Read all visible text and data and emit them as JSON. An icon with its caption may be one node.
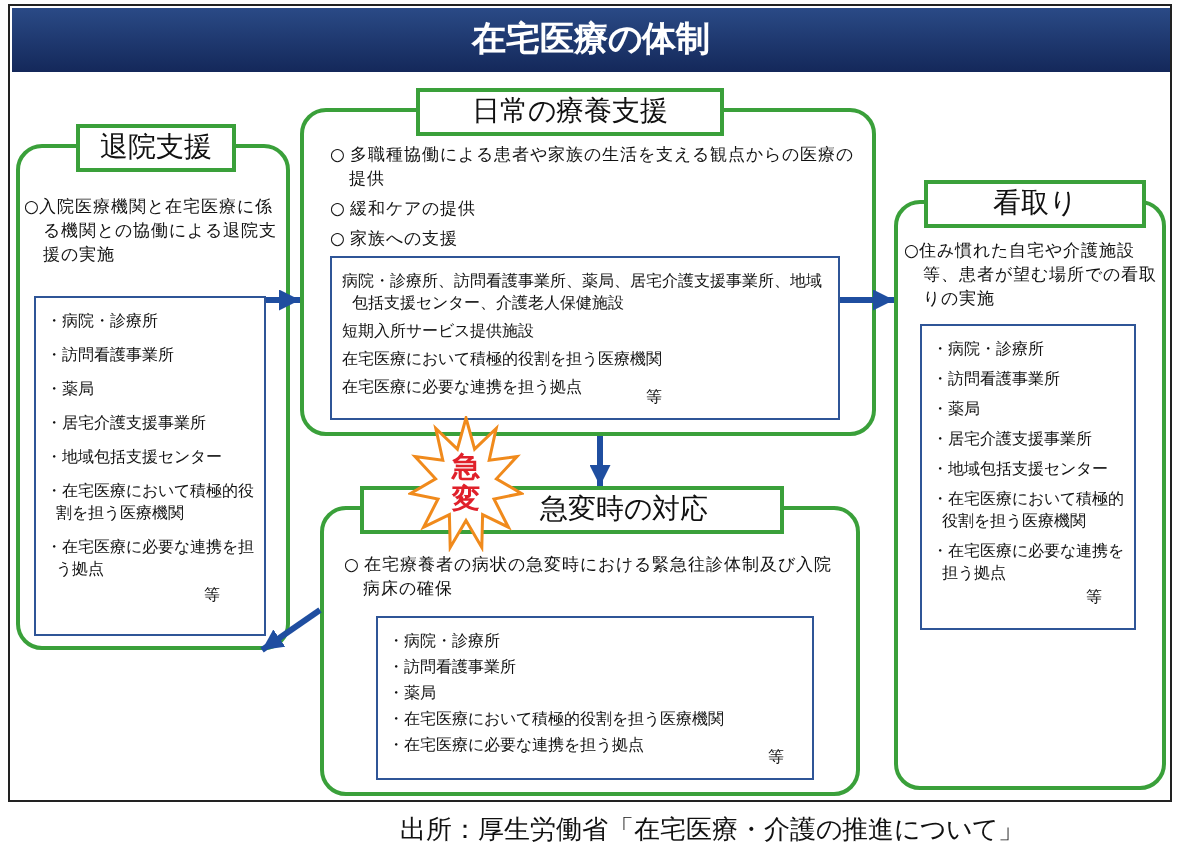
{
  "diagram": {
    "title": "在宅医療の体制",
    "caption": "出所：厚生労働省「在宅医療・介護の推進について」",
    "nodes": [
      {
        "text": [
          "退院支援",
          "○入院医療機関と在宅医療に係る機関との協働による退院支援の実施"
        ]
      },
      {
        "text": [
          "・病院・診療所",
          "・訪問看護事業所",
          "・薬局",
          "・居宅介護支援事業所",
          "・地域包括支援センター",
          "・在宅医療において積極的役割を担う医療機関",
          "・在宅医療に必要な連携を担う拠点",
          "等"
        ],
        "in": 0
      },
      {
        "text": [
          "日常の療養支援",
          "○ 多職種協働による患者や家族の生活を支える観点からの医療の提供",
          "○ 緩和ケアの提供",
          "○ 家族への支援"
        ]
      },
      {
        "text": [
          "病院・診療所、訪問看護事業所、薬局、居宅介護支援事業所、地域包括支援センター、介護老人保健施設",
          "短期入所サービス提供施設",
          "在宅医療において積極的役割を担う医療機関",
          "在宅医療に必要な連携を担う拠点",
          "等"
        ],
        "in": 2
      },
      {
        "text": [
          "看取り",
          "○住み慣れた自宅や介護施設等、患者が望む場所での看取りの実施"
        ]
      },
      {
        "text": [
          "・病院・診療所",
          "・訪問看護事業所",
          "・薬局",
          "・居宅介護支援事業所",
          "・地域包括支援センター",
          "・在宅医療において積極的役割を担う医療機関",
          "・在宅医療に必要な連携を担う拠点",
          "等"
        ],
        "in": 4
      },
      {
        "text": [
          "急変時の対応",
          "○ 在宅療養者の病状の急変時における緊急往診体制及び入院病床の確保"
        ]
      },
      {
        "text": [
          "・病院・診療所",
          "・訪問看護事業所",
          "・薬局",
          "・在宅医療において積極的役割を担う医療機関",
          "・在宅医療に必要な連携を担う拠点",
          "等"
        ],
        "in": 6
      },
      {
        "text": [
          "急変"
        ]
      }
    ],
    "edges": [
      {
        "from": 1,
        "to": 2,
        "arrow": "to"
      },
      {
        "from": 3,
        "to": 4,
        "arrow": "to"
      },
      {
        "from": 2,
        "to": 6,
        "arrow": "to"
      },
      {
        "from": 6,
        "to": 0,
        "arrow": "to"
      }
    ]
  }
}
